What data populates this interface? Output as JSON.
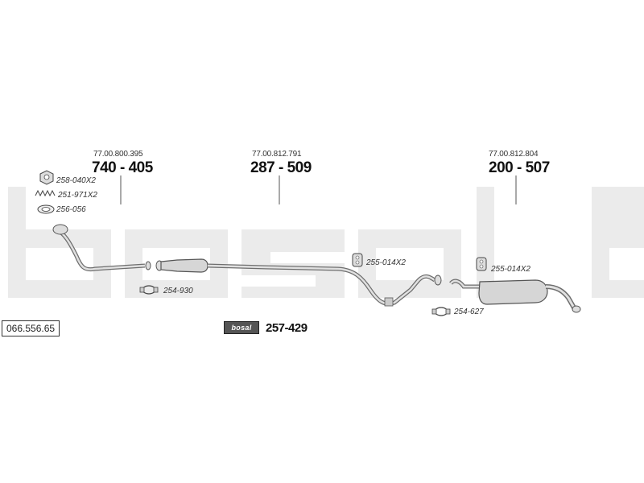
{
  "reference_number": "066.556.65",
  "watermark_text": "bosal",
  "colors": {
    "watermark": "#e9e9e9",
    "pipe": "#6e6e6e",
    "pipe_fill": "#d6d6d6",
    "text": "#222222"
  },
  "parts": [
    {
      "oe_number": "77.00.800.395",
      "part_number": "740 - 405"
    },
    {
      "oe_number": "77.00.812.791",
      "part_number": "287 - 509"
    },
    {
      "oe_number": "77.00.812.804",
      "part_number": "200 - 507"
    }
  ],
  "accessories": [
    {
      "code": "258-040X2",
      "icon": "nut-icon"
    },
    {
      "code": "251-971X2",
      "icon": "spring-icon"
    },
    {
      "code": "256-056",
      "icon": "gasket-ring-icon"
    },
    {
      "code": "254-930",
      "icon": "clamp-icon"
    },
    {
      "code": "255-014X2",
      "icon": "rubber-mount-icon"
    },
    {
      "code": "255-014X2",
      "icon": "rubber-mount-icon"
    },
    {
      "code": "254-627",
      "icon": "clamp-icon"
    }
  ],
  "mounting_kit": {
    "brand": "bosal",
    "part_number": "257-429"
  }
}
